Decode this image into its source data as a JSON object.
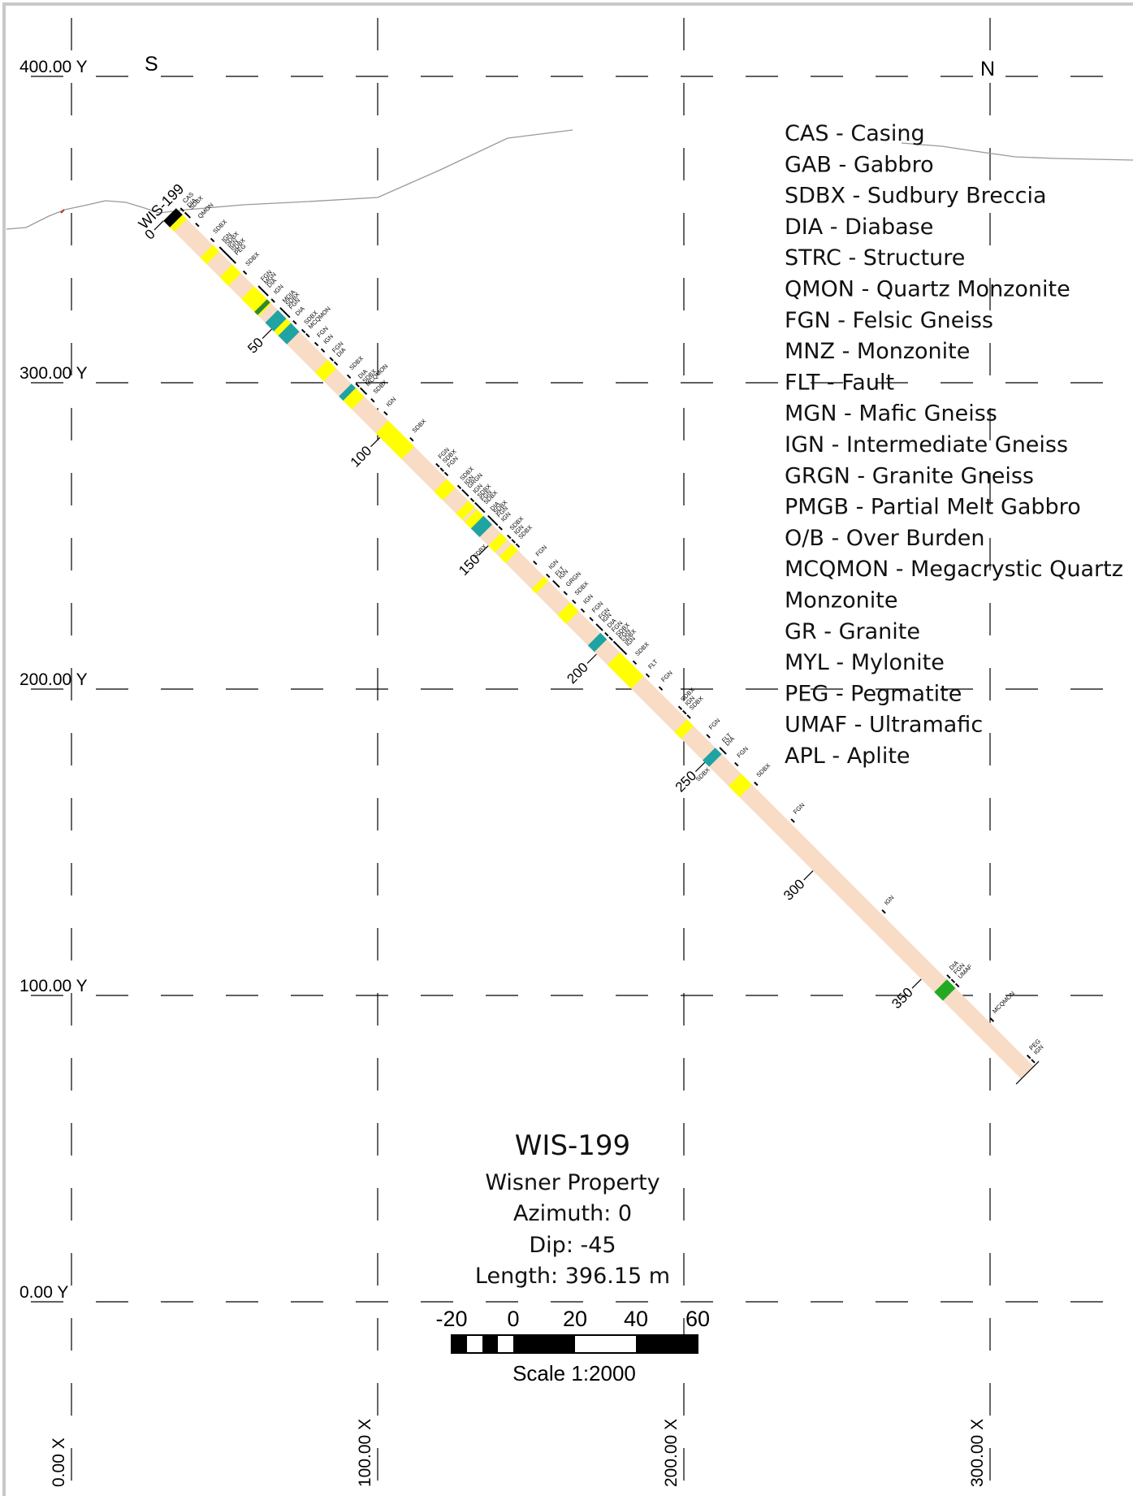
{
  "section": {
    "left_direction": "S",
    "right_direction": "N",
    "y_grid_labels": [
      "400.00 Y",
      "300.00 Y",
      "200.00 Y",
      "100.00 Y",
      "0.00 Y"
    ],
    "x_grid_labels": [
      "0.00 X",
      "100.00 X",
      "200.00 X",
      "300.00 X"
    ]
  },
  "hole": {
    "id_label": "WIS-199",
    "depth_ticks": [
      "0",
      "50",
      "100",
      "150",
      "200",
      "250",
      "300",
      "350"
    ]
  },
  "intervals": [
    {
      "code": "CAS",
      "from": 0,
      "to": 3,
      "color": "#000000"
    },
    {
      "code": "SDBX",
      "from": 3,
      "to": 5,
      "color": "#ffff00"
    },
    {
      "code": "SDBX",
      "from": 17,
      "to": 20,
      "color": "#ffff00"
    },
    {
      "code": "SDBX",
      "from": 26,
      "to": 30,
      "color": "#ffff00"
    },
    {
      "code": "SDBX",
      "from": 36,
      "to": 44,
      "color": "#ffff00"
    },
    {
      "code": "GR",
      "from": 42,
      "to": 43.5,
      "color": "#2e8b2e"
    },
    {
      "code": "DIA",
      "from": 47,
      "to": 51,
      "color": "#1fa3a3"
    },
    {
      "code": "SDBX",
      "from": 51,
      "to": 53,
      "color": "#ffff00"
    },
    {
      "code": "DIA",
      "from": 53,
      "to": 57,
      "color": "#1fa3a3"
    },
    {
      "code": "SDBX",
      "from": 70,
      "to": 74,
      "color": "#ffff00"
    },
    {
      "code": "DIA",
      "from": 81,
      "to": 83,
      "color": "#1fa3a3"
    },
    {
      "code": "SDBX",
      "from": 83,
      "to": 87,
      "color": "#ffff00"
    },
    {
      "code": "SDBX",
      "from": 98,
      "to": 110,
      "color": "#ffff00"
    },
    {
      "code": "SDBX",
      "from": 125,
      "to": 129,
      "color": "#ffff00"
    },
    {
      "code": "SDBX",
      "from": 135,
      "to": 138,
      "color": "#ffff00"
    },
    {
      "code": "SDBX",
      "from": 139,
      "to": 142,
      "color": "#ffff00"
    },
    {
      "code": "DIA",
      "from": 142,
      "to": 146,
      "color": "#1fa3a3"
    },
    {
      "code": "SDBX",
      "from": 150,
      "to": 153,
      "color": "#ffff00"
    },
    {
      "code": "SDBX",
      "from": 155,
      "to": 158,
      "color": "#ffff00"
    },
    {
      "code": "SDBX",
      "from": 170,
      "to": 172,
      "color": "#ffff00"
    },
    {
      "code": "SDBX",
      "from": 182,
      "to": 186,
      "color": "#ffff00"
    },
    {
      "code": "DIA",
      "from": 196,
      "to": 199,
      "color": "#1fa3a3"
    },
    {
      "code": "SDBX",
      "from": 205,
      "to": 216,
      "color": "#ffff00"
    },
    {
      "code": "SDBX",
      "from": 236,
      "to": 239,
      "color": "#ffff00"
    },
    {
      "code": "DIA",
      "from": 249,
      "to": 252,
      "color": "#1fa3a3"
    },
    {
      "code": "SDBX",
      "from": 261,
      "to": 266,
      "color": "#ffff00"
    },
    {
      "code": "UMAF",
      "from": 356,
      "to": 360,
      "color": "#22aa22"
    }
  ],
  "core_color": "#f8dcc6",
  "interval_labels": [
    {
      "text": "CAS",
      "depth": 1
    },
    {
      "text": "DIA",
      "depth": 3
    },
    {
      "text": "SDBX",
      "depth": 4
    },
    {
      "text": "QMON",
      "depth": 8
    },
    {
      "text": "SDBX",
      "depth": 15
    },
    {
      "text": "IGN",
      "depth": 19
    },
    {
      "text": "SDBX",
      "depth": 20.5
    },
    {
      "text": "IGN",
      "depth": 22
    },
    {
      "text": "SDBX",
      "depth": 23.5
    },
    {
      "text": "PEG",
      "depth": 25
    },
    {
      "text": "SDBX",
      "depth": 30
    },
    {
      "text": "FGN",
      "depth": 37
    },
    {
      "text": "MGN",
      "depth": 38.5
    },
    {
      "text": "DIA",
      "depth": 40
    },
    {
      "text": "IGN",
      "depth": 43
    },
    {
      "text": "MDIA",
      "depth": 47
    },
    {
      "text": "SDBX",
      "depth": 48.5
    },
    {
      "text": "FGN",
      "depth": 50
    },
    {
      "text": "DIA",
      "depth": 53
    },
    {
      "text": "SDBX",
      "depth": 57
    },
    {
      "text": "MCQMON",
      "depth": 59
    },
    {
      "text": "FGN",
      "depth": 63
    },
    {
      "text": "IGN",
      "depth": 66
    },
    {
      "text": "FGN",
      "depth": 70
    },
    {
      "text": "DIA",
      "depth": 72
    },
    {
      "text": "SDBX",
      "depth": 78
    },
    {
      "text": "DIA",
      "depth": 82
    },
    {
      "text": "SDBX",
      "depth": 84
    },
    {
      "text": "MCQMON",
      "depth": 85.5
    },
    {
      "text": "SDBX",
      "depth": 89
    },
    {
      "text": "IGN",
      "depth": 95
    },
    {
      "text": "SDBX",
      "depth": 107
    },
    {
      "text": "FGN",
      "depth": 119
    },
    {
      "text": "SDBX",
      "depth": 121
    },
    {
      "text": "FGN",
      "depth": 123
    },
    {
      "text": "SDBX",
      "depth": 129
    },
    {
      "text": "IGN",
      "depth": 131
    },
    {
      "text": "GRGN",
      "depth": 132.5
    },
    {
      "text": "IGN",
      "depth": 135
    },
    {
      "text": "SDBX",
      "depth": 137
    },
    {
      "text": "FGN",
      "depth": 138.5
    },
    {
      "text": "SDBX",
      "depth": 140
    },
    {
      "text": "DIA",
      "depth": 143
    },
    {
      "text": "SDBX",
      "depth": 144.5
    },
    {
      "text": "FGN",
      "depth": 146
    },
    {
      "text": "IGN",
      "depth": 148
    },
    {
      "text": "SDBX",
      "depth": 152
    },
    {
      "text": "IGN",
      "depth": 154
    },
    {
      "text": "SDBX",
      "depth": 156
    },
    {
      "text": "FGN",
      "depth": 164
    },
    {
      "text": "IGN",
      "depth": 170
    },
    {
      "text": "FLT",
      "depth": 173
    },
    {
      "text": "IGN",
      "depth": 174.5
    },
    {
      "text": "GRGN",
      "depth": 178
    },
    {
      "text": "SDBX",
      "depth": 182
    },
    {
      "text": "IGN",
      "depth": 186
    },
    {
      "text": "FGN",
      "depth": 190
    },
    {
      "text": "FGN",
      "depth": 193
    },
    {
      "text": "IGN",
      "depth": 194.5
    },
    {
      "text": "DIA",
      "depth": 197
    },
    {
      "text": "FGN",
      "depth": 199
    },
    {
      "text": "SDBX",
      "depth": 201
    },
    {
      "text": "FGN",
      "depth": 202.5
    },
    {
      "text": "SDBX",
      "depth": 204
    },
    {
      "text": "IGN",
      "depth": 205.5
    },
    {
      "text": "SDBX",
      "depth": 210
    },
    {
      "text": "FLT",
      "depth": 216
    },
    {
      "text": "FGN",
      "depth": 222
    },
    {
      "text": "SDBX",
      "depth": 231
    },
    {
      "text": "IGN",
      "depth": 233
    },
    {
      "text": "SDBX",
      "depth": 235
    },
    {
      "text": "FGN",
      "depth": 244
    },
    {
      "text": "FLT",
      "depth": 250
    },
    {
      "text": "DIA",
      "depth": 251.5
    },
    {
      "text": "FGN",
      "depth": 257
    },
    {
      "text": "SDBX",
      "depth": 266
    },
    {
      "text": "FGN",
      "depth": 283
    },
    {
      "text": "IGN",
      "depth": 325
    },
    {
      "text": "DIA",
      "depth": 355
    },
    {
      "text": "FGN",
      "depth": 357
    },
    {
      "text": "UMAF",
      "depth": 359
    },
    {
      "text": "MCQMON",
      "depth": 375
    },
    {
      "text": "PEG",
      "depth": 392
    },
    {
      "text": "IGN",
      "depth": 394
    }
  ],
  "left_labels": [
    {
      "text": "SDBX",
      "depth": 150
    },
    {
      "text": "SDBX",
      "depth": 253
    }
  ],
  "legend": [
    "CAS - Casing",
    "GAB - Gabbro",
    "SDBX - Sudbury Breccia",
    "DIA - Diabase",
    "STRC - Structure",
    "QMON - Quartz Monzonite",
    "FGN - Felsic Gneiss",
    "MNZ - Monzonite",
    "FLT - Fault",
    "MGN - Mafic Gneiss",
    "IGN - Intermediate Gneiss",
    "GRGN - Granite Gneiss",
    "PMGB - Partial Melt Gabbro",
    "O/B - Over Burden",
    "MCQMON - Megacrystic Quartz",
    "Monzonite",
    "GR - Granite",
    "MYL - Mylonite",
    "PEG - Pegmatite",
    "UMAF - Ultramafic",
    "APL - Aplite"
  ],
  "title_block": {
    "hole_id": "WIS-199",
    "property": "Wisner Property",
    "azimuth": "Azimuth: 0",
    "dip": "Dip: -45",
    "length": "Length: 396.15 m"
  },
  "scale_bar": {
    "tick_labels": [
      "-20",
      "0",
      "20",
      "40",
      "60"
    ],
    "caption": "Scale 1:2000"
  }
}
